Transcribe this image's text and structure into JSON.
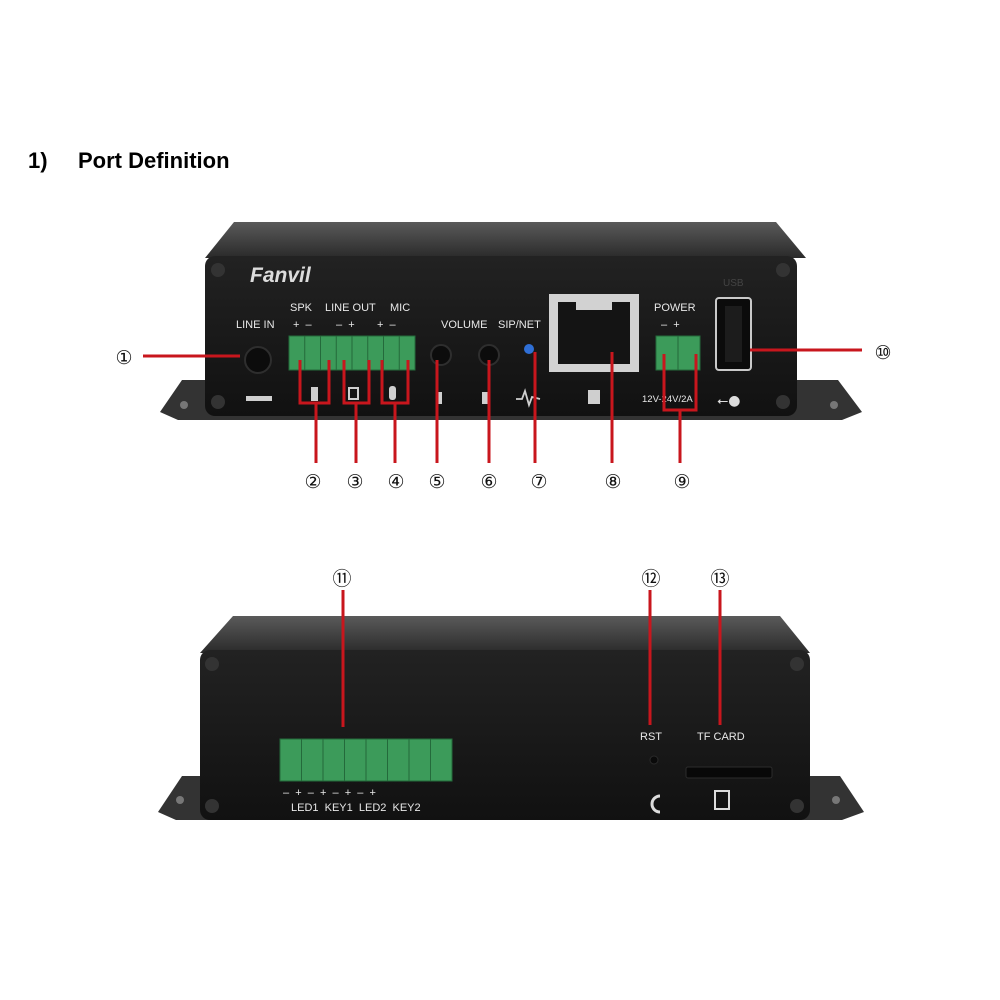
{
  "title": {
    "number": "1)",
    "text": "Port Definition"
  },
  "brand": "Fanvil",
  "front_labels": {
    "line_in": "LINE IN",
    "spk": "SPK",
    "line_out": "LINE OUT",
    "mic": "MIC",
    "volume": "VOLUME",
    "sip_net": "SIP/NET",
    "power": "POWER",
    "usb": "USB",
    "voltage": "12V-24V/2A",
    "spk_pol": "+  –",
    "line_out_pol": "–  +",
    "mic_pol": "+  –",
    "power_pol": "–  +"
  },
  "back_labels": {
    "rst": "RST",
    "tf_card": "TF CARD",
    "terminal_pol": "–  +  –  +  –  +  –  +",
    "terminal_names": "LED1  KEY1  LED2  KEY2"
  },
  "callouts": [
    "①",
    "②",
    "③",
    "④",
    "⑤",
    "⑥",
    "⑦",
    "⑧",
    "⑨",
    "⑩",
    "⑪",
    "⑫",
    "⑬"
  ],
  "colors": {
    "callout_line": "#c8161d",
    "panel": "#1a1a1a",
    "terminal": "#3c9b5a",
    "led": "#2f6fd6"
  }
}
